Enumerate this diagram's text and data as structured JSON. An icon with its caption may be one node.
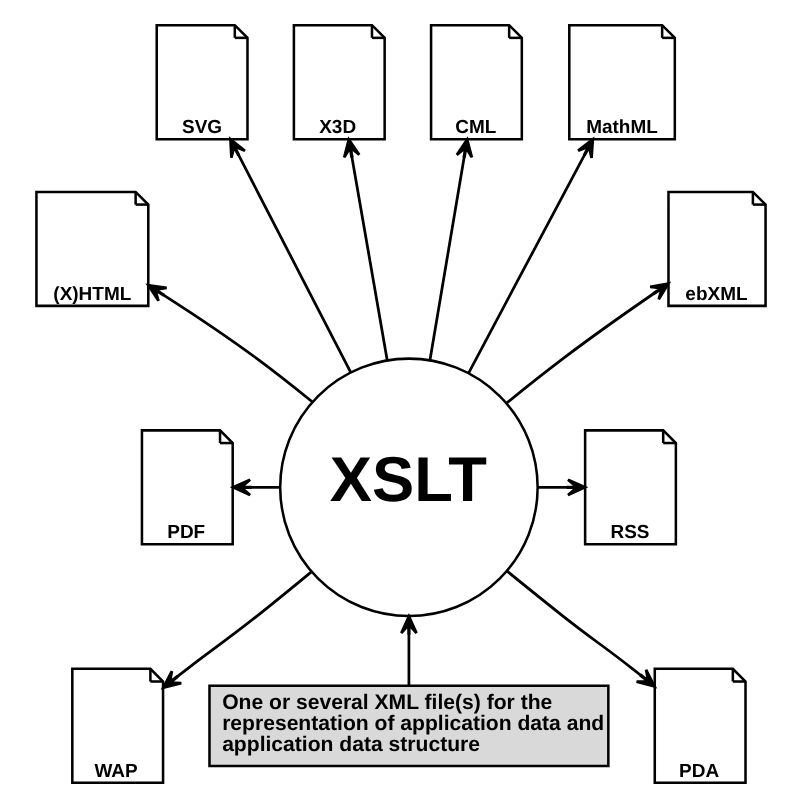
{
  "diagram": {
    "nodes": [
      {
        "text": [
          "X3D"
        ]
      },
      {
        "text": [
          "CML"
        ]
      },
      {
        "text": [
          "SVG"
        ]
      },
      {
        "text": [
          "MathML"
        ]
      },
      {
        "text": [
          "(X)HTML"
        ]
      },
      {
        "text": [
          "ebXML"
        ]
      },
      {
        "text": [
          "XSLT"
        ]
      },
      {
        "text": [
          "PDF"
        ]
      },
      {
        "text": [
          "RSS"
        ]
      },
      {
        "text": [
          "WAP"
        ]
      },
      {
        "text": [
          "PDA"
        ]
      },
      {
        "text": [
          "One or several XML file(s) for the representation of application data and application data structure"
        ]
      }
    ],
    "edges": [
      {
        "from": 6,
        "to": 9,
        "arrow": "to"
      },
      {
        "from": 11,
        "to": 6,
        "arrow": "to"
      },
      {
        "from": 6,
        "to": 7,
        "arrow": "to"
      },
      {
        "from": 6,
        "to": 4,
        "arrow": "to"
      },
      {
        "from": 6,
        "to": 2,
        "arrow": "to"
      },
      {
        "from": 6,
        "to": 0,
        "arrow": "to"
      },
      {
        "from": 6,
        "to": 1,
        "arrow": "to"
      },
      {
        "from": 6,
        "to": 3,
        "arrow": "to"
      },
      {
        "from": 6,
        "to": 5,
        "arrow": "to"
      },
      {
        "from": 6,
        "to": 8,
        "arrow": "to"
      },
      {
        "from": 6,
        "to": 10,
        "arrow": "to"
      }
    ]
  }
}
